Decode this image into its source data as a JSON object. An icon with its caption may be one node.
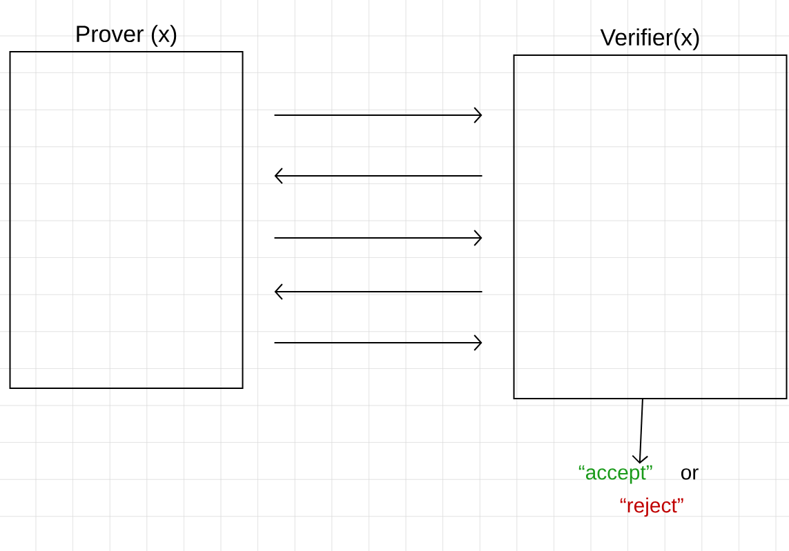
{
  "diagram": {
    "nodes": [
      {
        "text": [
          "Prover (x)"
        ]
      },
      {
        "text": [
          "Verifier(x)"
        ]
      },
      {
        "text": [
          "“accept”",
          "or",
          "“reject”"
        ]
      }
    ],
    "edges": [
      {
        "from": 0,
        "to": 1,
        "arrow": "to"
      },
      {
        "from": 1,
        "to": 0,
        "arrow": "to"
      },
      {
        "from": 0,
        "to": 1,
        "arrow": "to"
      },
      {
        "from": 1,
        "to": 0,
        "arrow": "to"
      },
      {
        "from": 0,
        "to": 1,
        "arrow": "to"
      },
      {
        "from": 1,
        "to": 2,
        "arrow": "to"
      }
    ]
  }
}
